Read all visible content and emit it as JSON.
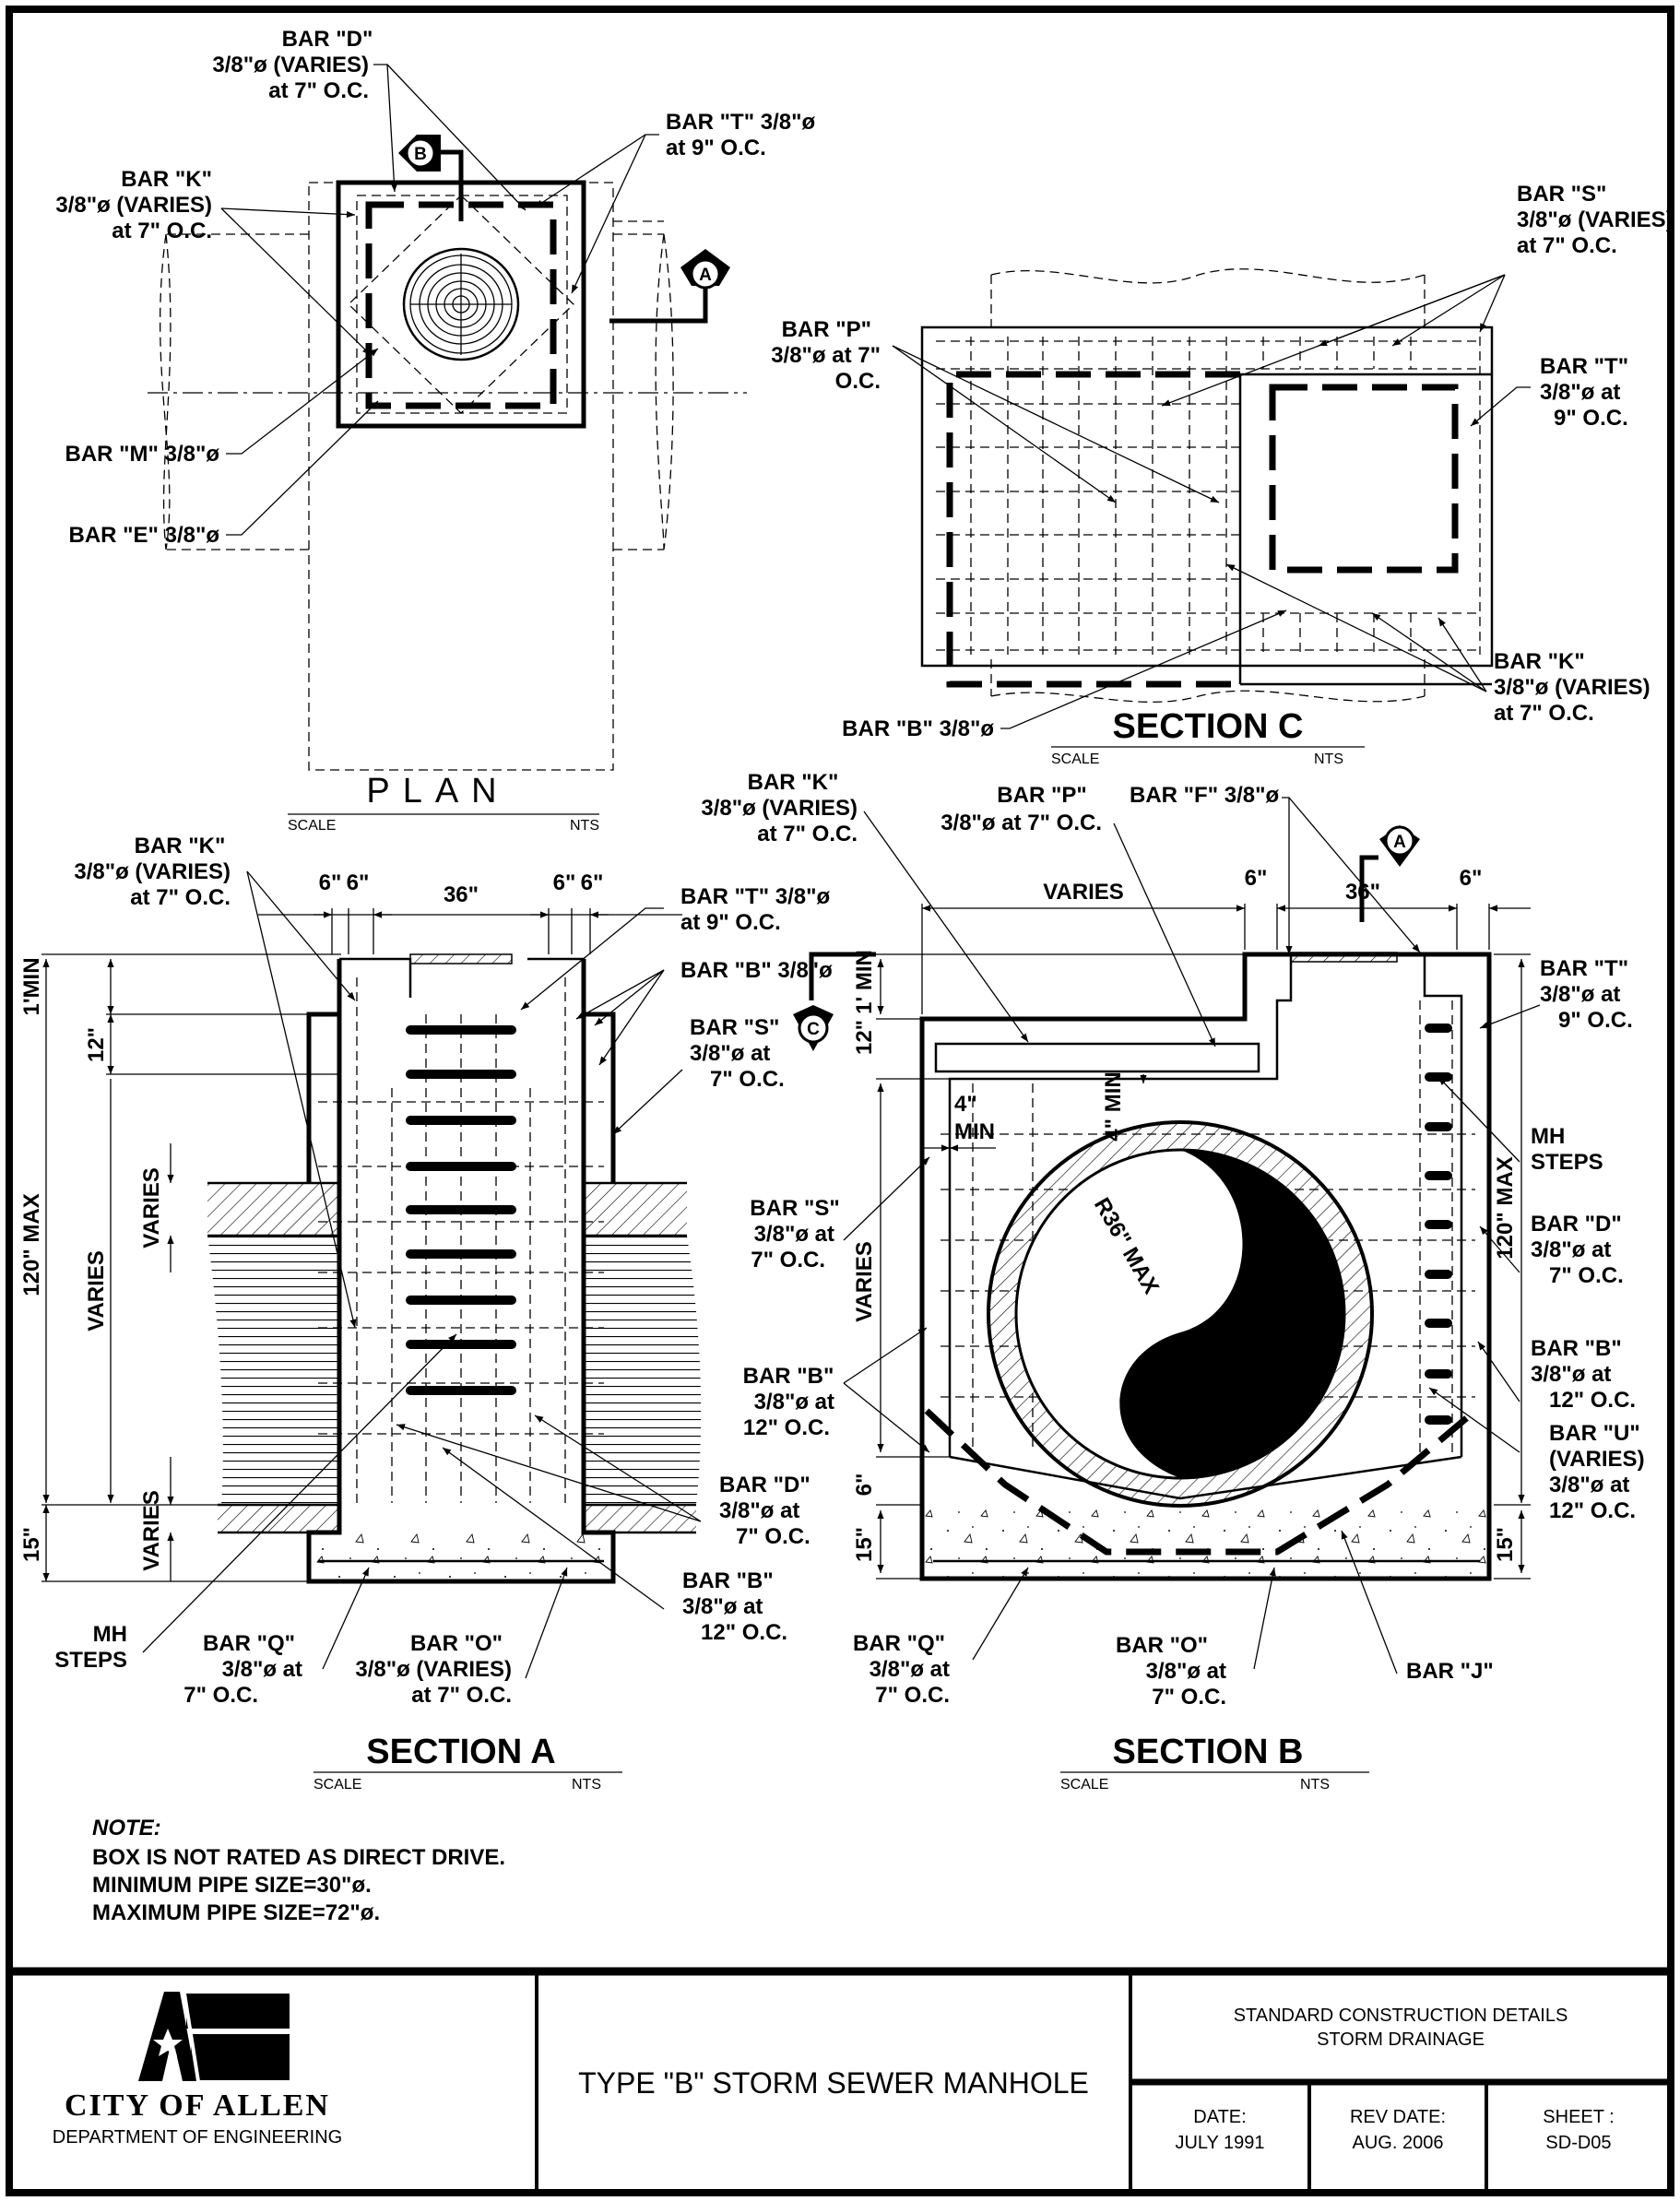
{
  "drawing": {
    "title": "TYPE \"B\" STORM SEWER MANHOLE",
    "category_line1": "STANDARD CONSTRUCTION DETAILS",
    "category_line2": "STORM DRAINAGE",
    "date_label": "DATE:",
    "date_value": "JULY 1991",
    "rev_date_label": "REV DATE:",
    "rev_date_value": "AUG. 2006",
    "sheet_label": "SHEET :",
    "sheet_value": "SD-D05",
    "org_name": "CITY OF ALLEN",
    "department": "DEPARTMENT OF ENGINEERING"
  },
  "views": {
    "plan": {
      "title": "PLAN",
      "scale_label": "SCALE",
      "scale_value": "NTS",
      "section_marker_b": "B",
      "section_marker_a": "A",
      "labels": {
        "bar_d": [
          "BAR \"D\"",
          "3/8\"ø (VARIES)",
          "at 7\" O.C."
        ],
        "bar_t": [
          "BAR \"T\" 3/8\"ø",
          "at 9\" O.C."
        ],
        "bar_k": [
          "BAR \"K\"",
          "3/8\"ø (VARIES)",
          "at 7\" O.C."
        ],
        "bar_m": "BAR \"M\" 3/8\"ø",
        "bar_e": "BAR \"E\" 3/8\"ø"
      }
    },
    "section_c": {
      "title": "SECTION C",
      "scale_label": "SCALE",
      "scale_value": "NTS",
      "labels": {
        "bar_s": [
          "BAR \"S\"",
          "3/8\"ø (VARIES)",
          "at 7\" O.C."
        ],
        "bar_p": [
          "BAR \"P\"",
          "3/8\"ø at 7\"",
          "O.C."
        ],
        "bar_t": [
          "BAR \"T\"",
          "3/8\"ø at",
          "9\" O.C."
        ],
        "bar_k": [
          "BAR \"K\"",
          "3/8\"ø (VARIES)",
          "at 7\" O.C."
        ],
        "bar_b": "BAR \"B\" 3/8\"ø"
      }
    },
    "section_a": {
      "title": "SECTION A",
      "scale_label": "SCALE",
      "scale_value": "NTS",
      "dims": {
        "d6a": "6\"",
        "d6b": "6\"",
        "d36": "36\"",
        "d6c": "6\"",
        "d6d": "6\"",
        "min1": "1'MIN",
        "d12": "12\"",
        "max120": "120\" MAX",
        "varies1": "VARIES",
        "varies2": "VARIES",
        "varies3": "VARIES",
        "d15": "15\""
      },
      "labels": {
        "bar_k": [
          "BAR \"K\"",
          "3/8\"ø (VARIES)",
          "at 7\" O.C."
        ],
        "bar_t": [
          "BAR \"T\" 3/8\"ø",
          "at 9\" O.C."
        ],
        "bar_b_top": "BAR \"B\" 3/8\"ø",
        "bar_s": [
          "BAR \"S\"",
          "3/8\"ø at",
          "7\" O.C."
        ],
        "bar_d": [
          "BAR \"D\"",
          "3/8\"ø at",
          "7\" O.C."
        ],
        "bar_b_bot": [
          "BAR \"B\"",
          "3/8\"ø at",
          "12\" O.C."
        ],
        "mh_steps": [
          "MH",
          "STEPS"
        ],
        "bar_q": [
          "BAR \"Q\"",
          "3/8\"ø at",
          "7\" O.C."
        ],
        "bar_o": [
          "BAR \"O\"",
          "3/8\"ø (VARIES)",
          "at 7\" O.C."
        ]
      }
    },
    "section_b": {
      "title": "SECTION B",
      "scale_label": "SCALE",
      "scale_value": "NTS",
      "section_marker_a": "A",
      "section_marker_c": "C",
      "dims": {
        "varies_top": "VARIES",
        "d6a": "6\"",
        "d36": "36\"",
        "d6b": "6\"",
        "min1": "1' MIN",
        "d12": "12\"",
        "min4a": "4\"",
        "min4a_b": "MIN",
        "min4b": "4\" MIN",
        "radius": "R36\" MAX",
        "varies_side": "VARIES",
        "d6c": "6\"",
        "d15a": "15\"",
        "d15b": "15\"",
        "max120": "120\" MAX"
      },
      "labels": {
        "bar_k": [
          "BAR \"K\"",
          "3/8\"ø (VARIES)",
          "at 7\" O.C."
        ],
        "bar_p": [
          "BAR \"P\"",
          "3/8\"ø at 7\" O.C."
        ],
        "bar_f": "BAR \"F\" 3/8\"ø",
        "bar_t": [
          "BAR \"T\"",
          "3/8\"ø at",
          "9\" O.C."
        ],
        "mh_steps": [
          "MH",
          "STEPS"
        ],
        "bar_s": [
          "BAR \"S\"",
          "3/8\"ø at",
          "7\" O.C."
        ],
        "bar_d": [
          "BAR \"D\"",
          "3/8\"ø at",
          "7\" O.C."
        ],
        "bar_b_left": [
          "BAR \"B\"",
          "3/8\"ø at",
          "12\" O.C."
        ],
        "bar_b_right": [
          "BAR \"B\"",
          "3/8\"ø at",
          "12\" O.C."
        ],
        "bar_u": [
          "BAR \"U\"",
          "(VARIES)",
          "3/8\"ø at",
          "12\" O.C."
        ],
        "bar_q": [
          "BAR \"Q\"",
          "3/8\"ø at",
          "7\" O.C."
        ],
        "bar_o": [
          "BAR \"O\"",
          "3/8\"ø at",
          "7\" O.C."
        ],
        "bar_j": "BAR \"J\""
      }
    }
  },
  "notes": {
    "heading": "NOTE:",
    "lines": [
      "BOX IS NOT RATED AS DIRECT DRIVE.",
      "MINIMUM PIPE SIZE=30\"ø.",
      "MAXIMUM PIPE SIZE=72\"ø."
    ]
  }
}
